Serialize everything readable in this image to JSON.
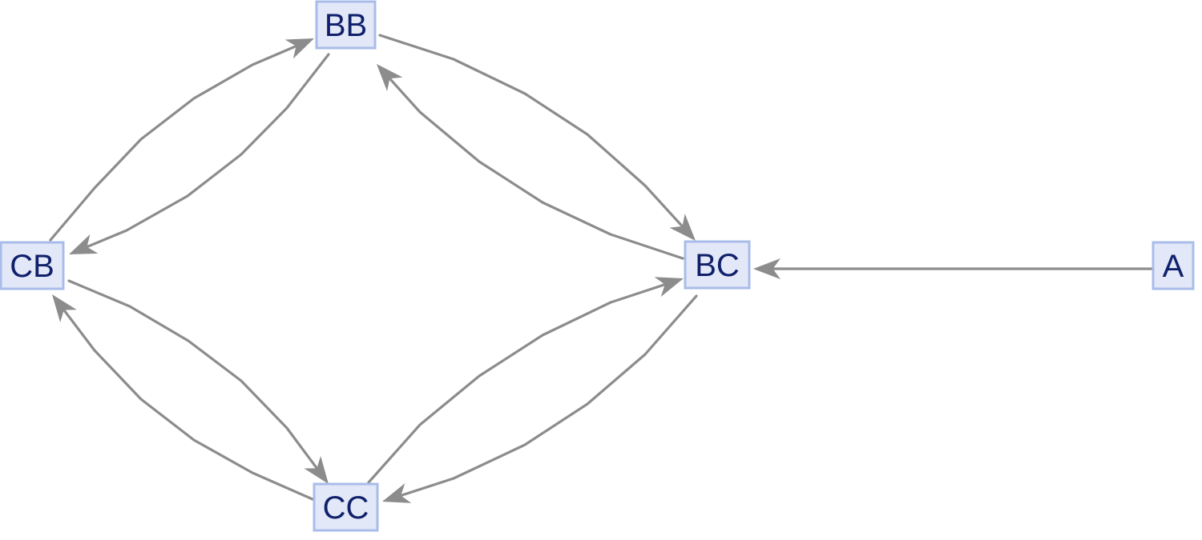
{
  "diagram": {
    "colors": {
      "node_fill": "#e2e8f8",
      "node_stroke": "#a9bce9",
      "node_text": "#10206a",
      "edge": "#8c8c8c"
    },
    "nodes": [
      {
        "id": "BB",
        "label": "BB"
      },
      {
        "id": "CB",
        "label": "CB"
      },
      {
        "id": "BC",
        "label": "BC"
      },
      {
        "id": "CC",
        "label": "CC"
      },
      {
        "id": "A",
        "label": "A"
      }
    ],
    "edges": [
      {
        "from": "CB",
        "to": "BB"
      },
      {
        "from": "BB",
        "to": "CB"
      },
      {
        "from": "BB",
        "to": "BC"
      },
      {
        "from": "BC",
        "to": "BB"
      },
      {
        "from": "CB",
        "to": "CC"
      },
      {
        "from": "CC",
        "to": "CB"
      },
      {
        "from": "CC",
        "to": "BC"
      },
      {
        "from": "BC",
        "to": "CC"
      },
      {
        "from": "A",
        "to": "BC"
      }
    ]
  }
}
